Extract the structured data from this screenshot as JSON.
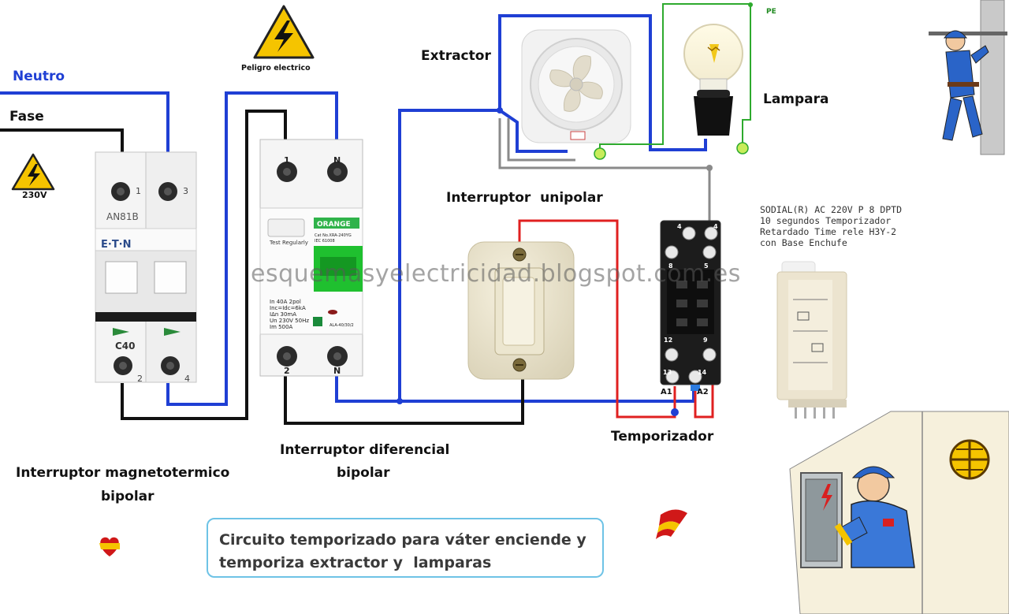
{
  "labels": {
    "neutro": "Neutro",
    "fase": "Fase",
    "voltage": "230V",
    "peligro": "Peligro electrico",
    "extractor": "Extractor",
    "lampara": "Lampara",
    "pe": "PE",
    "interruptor_unipolar": "Interruptor  unipolar",
    "temporizador": "Temporizador",
    "diferencial_line1": "Interruptor diferencial",
    "diferencial_line2": "bipolar",
    "magneto_line1": "Interruptor magnetotermico",
    "magneto_line2": "bipolar",
    "watermark": "esquemasyelectricidad.blogspot.com.es"
  },
  "relay_description": {
    "line1": "SODIAL(R) AC 220V P 8 DPTD",
    "line2": "10 segundos Temporizador",
    "line3": "Retardado Time rele H3Y-2",
    "line4": "con Base Enchufe"
  },
  "caption": {
    "line1": "Circuito temporizado para váter enciende y",
    "line2": "temporiza extractor y  lamparas"
  },
  "breaker": {
    "model": "AN81B",
    "brand": "E·T·N",
    "rating": "C40",
    "terminal_1": "1",
    "terminal_3": "3",
    "terminal_2": "2",
    "terminal_4": "4"
  },
  "rcd": {
    "terminal_1": "1",
    "terminal_n_top": "N",
    "terminal_2": "2",
    "terminal_n_bottom": "N",
    "brand": "ORANGE",
    "test_text": "Test Regularly",
    "cat_text": "Cat No.XRA-240YG",
    "iec_text": "IEC 61008",
    "spec_1": "In 40A  2pol",
    "spec_2": "Inc=Idc=6kA",
    "spec_3": "IΔn 30mA",
    "spec_4": "Un 230V 50Hz",
    "spec_5": "Im 500A",
    "model_text": "ALA-40/30/2"
  },
  "socket_labels": {
    "t4a": "4",
    "t4b": "4",
    "t8": "8",
    "t5": "5",
    "t12": "12",
    "t9": "9",
    "t13": "13",
    "t14": "14",
    "a1": "A1",
    "a2": "A2"
  },
  "colors": {
    "neutral_wire": "#1f3fd4",
    "phase_wire": "#111111",
    "switched_wire": "#e02020",
    "ground_wire": "#2eaa2e",
    "return_wire": "#8a8a8a",
    "caption_border": "#6ec3e6"
  }
}
